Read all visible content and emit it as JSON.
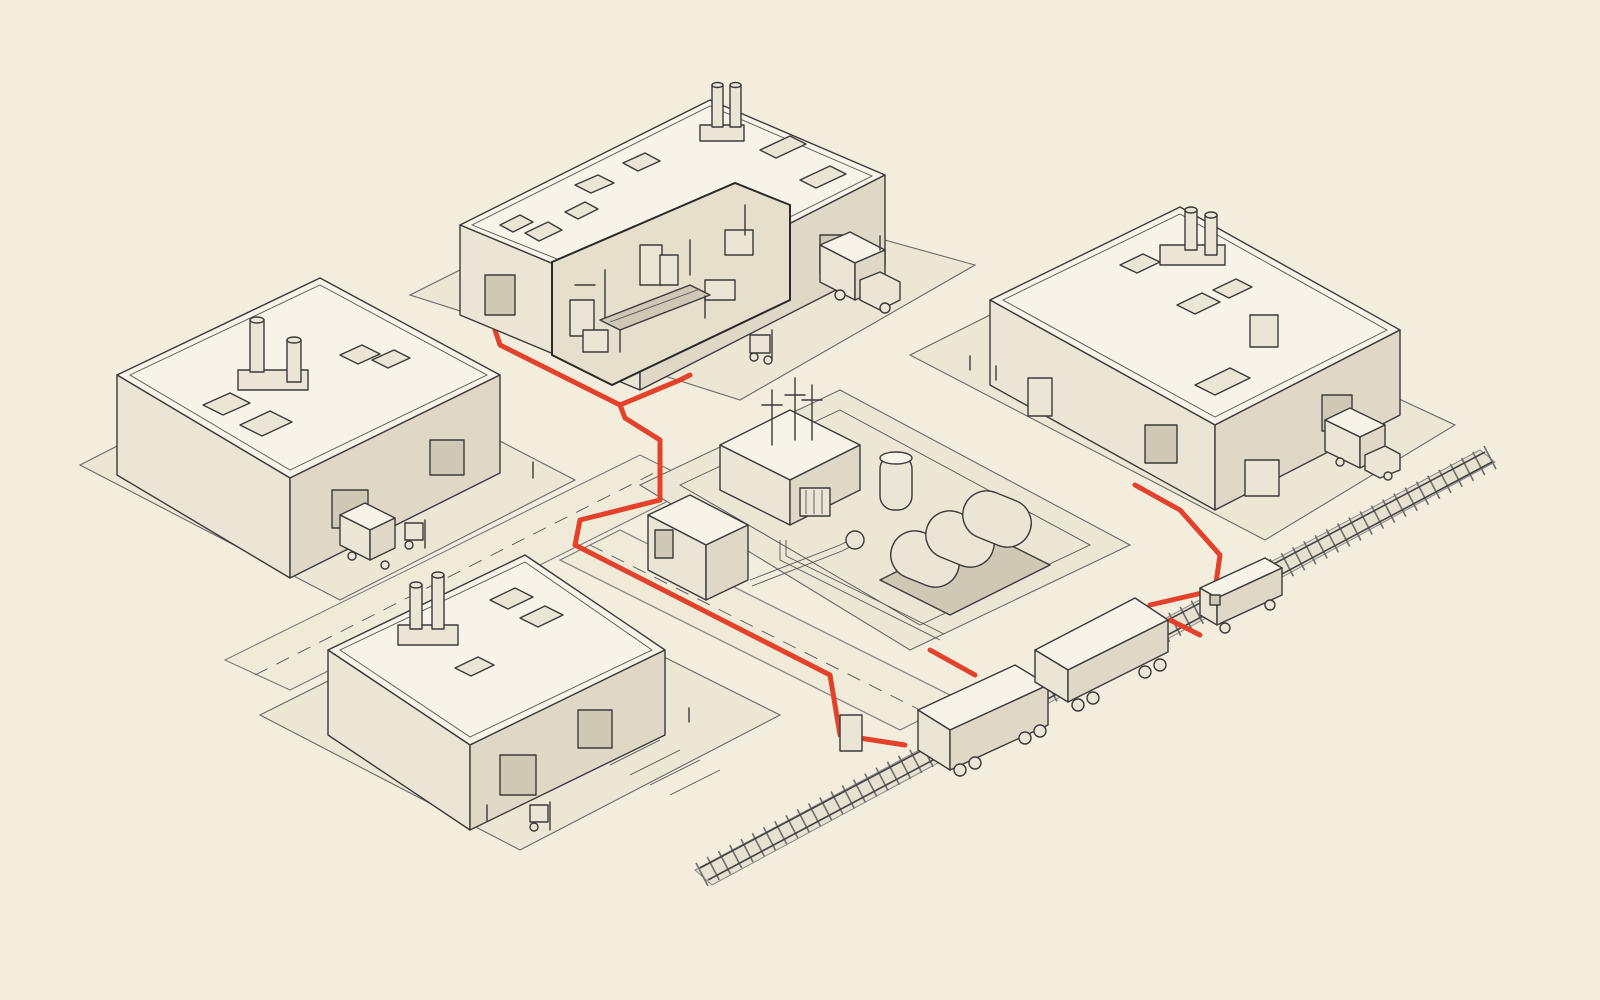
{
  "colors": {
    "background": "#f3eddd",
    "line": "#3a3a3a",
    "highlight_path": "#e4412a",
    "rail_ties": "#6e6e6e"
  },
  "scene": {
    "buildings": [
      {
        "name": "factory-cutaway",
        "features": [
          "rooftop-stacks",
          "rooftop-hvac-units",
          "cutaway-interior-machinery",
          "conveyor",
          "loading-dock",
          "box-truck"
        ]
      },
      {
        "name": "warehouse-west",
        "features": [
          "rooftop-stacks",
          "rooftop-hvac-units",
          "loading-doors",
          "box-truck",
          "forklift"
        ]
      },
      {
        "name": "warehouse-southwest",
        "features": [
          "rooftop-stacks",
          "rooftop-hvac-units",
          "loading-doors",
          "forklift",
          "parking-lines"
        ]
      },
      {
        "name": "warehouse-east",
        "features": [
          "rooftop-stacks",
          "rooftop-hvac-units",
          "loading-door",
          "box-truck",
          "electrical-cabinets"
        ]
      }
    ],
    "utility_yard": {
      "features": [
        "electrical-substation",
        "transformer",
        "vertical-tank",
        "horizontal-storage-tanks",
        "pipe-rack",
        "control-building"
      ]
    },
    "rail": {
      "features": [
        "railway-track",
        "locomotive",
        "hopper-car",
        "hopper-car"
      ]
    },
    "highlight": {
      "description_visible": false,
      "kind": "red-pipeline-route"
    }
  }
}
